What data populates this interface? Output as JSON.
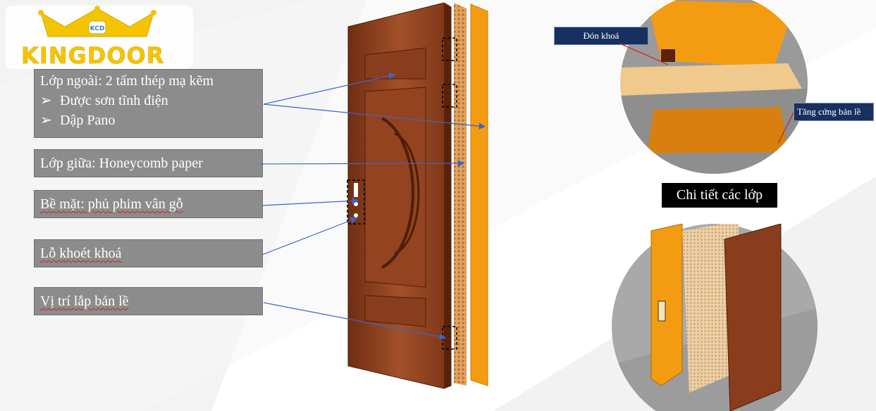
{
  "brand": {
    "name": "KINGDOOR",
    "badge": "KCD"
  },
  "labels": {
    "outer": {
      "title": "Lớp ngoài:  2 tấm thép mạ kẽm",
      "bullet_1": "Được sơn tĩnh điện",
      "bullet_2": "Dập Pano",
      "bullet_glyph": "➢"
    },
    "middle": "Lớp giữa: Honeycomb paper",
    "surface": "Bề mặt: phủ phim vân gỗ",
    "lock_hole": "Lỗ khoét khoá",
    "hinge": "Vị trí lắp bản lề"
  },
  "callouts": {
    "lock_catch": "Đón khoá",
    "hinge_reinforce": "Tăng cứng bản lề",
    "layers_title": "Chi tiết các lớp"
  },
  "colors": {
    "label_bg": "#8c8c8c",
    "callout_bg": "#17305f",
    "wood": "#8a3d1c",
    "steel_orange": "#f39c12",
    "logo_yellow": "#f5c400",
    "arrow_blue": "#3f64c4"
  }
}
